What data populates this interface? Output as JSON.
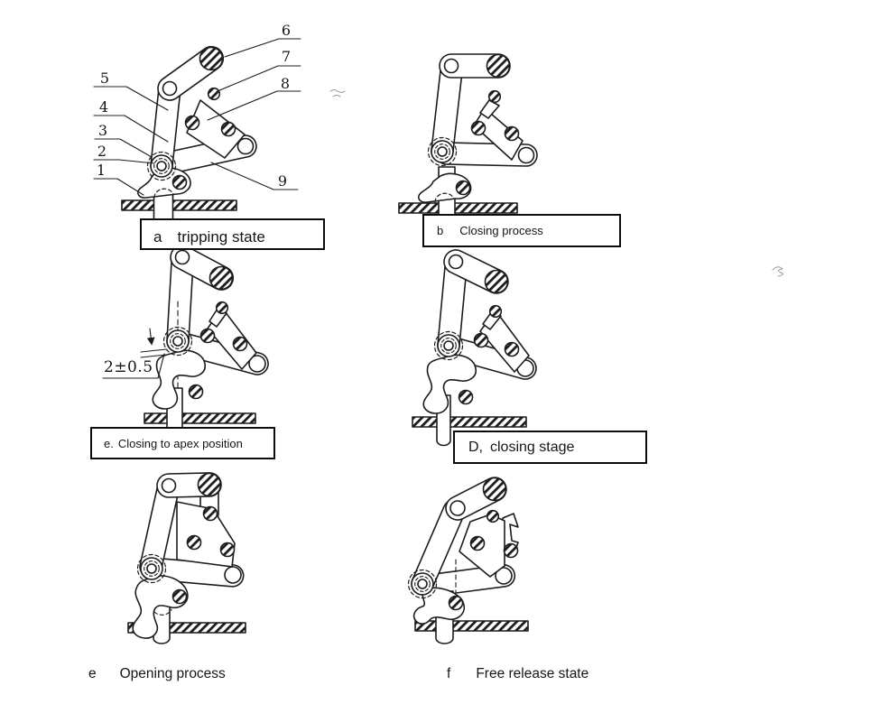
{
  "figure": {
    "ink_color": "#1c1c1c",
    "callouts": [
      "1",
      "2",
      "3",
      "4",
      "5",
      "6",
      "7",
      "8",
      "9"
    ],
    "dimension_label": "2±0.5",
    "panels": [
      {
        "key": "a",
        "prefix": "a",
        "label": "tripping state",
        "boxed": true
      },
      {
        "key": "b",
        "prefix": "b",
        "label": "Closing process",
        "boxed": true
      },
      {
        "key": "e_apex",
        "prefix": "e.",
        "label": "Closing to apex position",
        "boxed": true
      },
      {
        "key": "d",
        "prefix": "D,",
        "label": "closing stage",
        "boxed": true
      },
      {
        "key": "e_open",
        "prefix": "e",
        "label": "Opening process",
        "boxed": false
      },
      {
        "key": "f",
        "prefix": "f",
        "label": "Free release state",
        "boxed": false
      }
    ]
  }
}
